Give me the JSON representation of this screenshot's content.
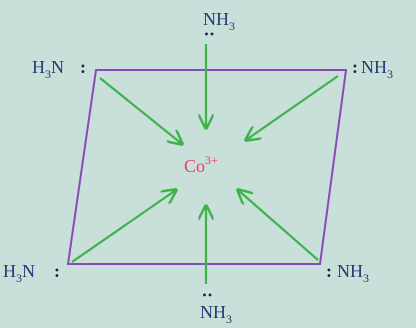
{
  "diagram": {
    "center": {
      "symbol": "Co",
      "charge": "3+"
    },
    "ligands": [
      {
        "id": "top",
        "formula": "NH",
        "subscript": "3",
        "lone_pair": ":"
      },
      {
        "id": "top-left",
        "prefix": "H",
        "prefix_subscript": "3",
        "formula": "N",
        "lone_pair": ":"
      },
      {
        "id": "top-right",
        "formula": "NH",
        "subscript": "3",
        "lone_pair": ":"
      },
      {
        "id": "bottom-left",
        "prefix": "H",
        "prefix_subscript": "3",
        "formula": "N",
        "lone_pair": ":"
      },
      {
        "id": "bottom-right",
        "formula": "NH",
        "subscript": "3",
        "lone_pair": ":"
      },
      {
        "id": "bottom",
        "formula": "NH",
        "subscript": "3",
        "lone_pair": ":"
      }
    ],
    "colors": {
      "background": "#c9dfd9",
      "plane": "#8a4bb3",
      "bond_arrows": "#3db34a",
      "ligand_text": "#1e3c72",
      "metal_ion": "#e0407a"
    }
  }
}
